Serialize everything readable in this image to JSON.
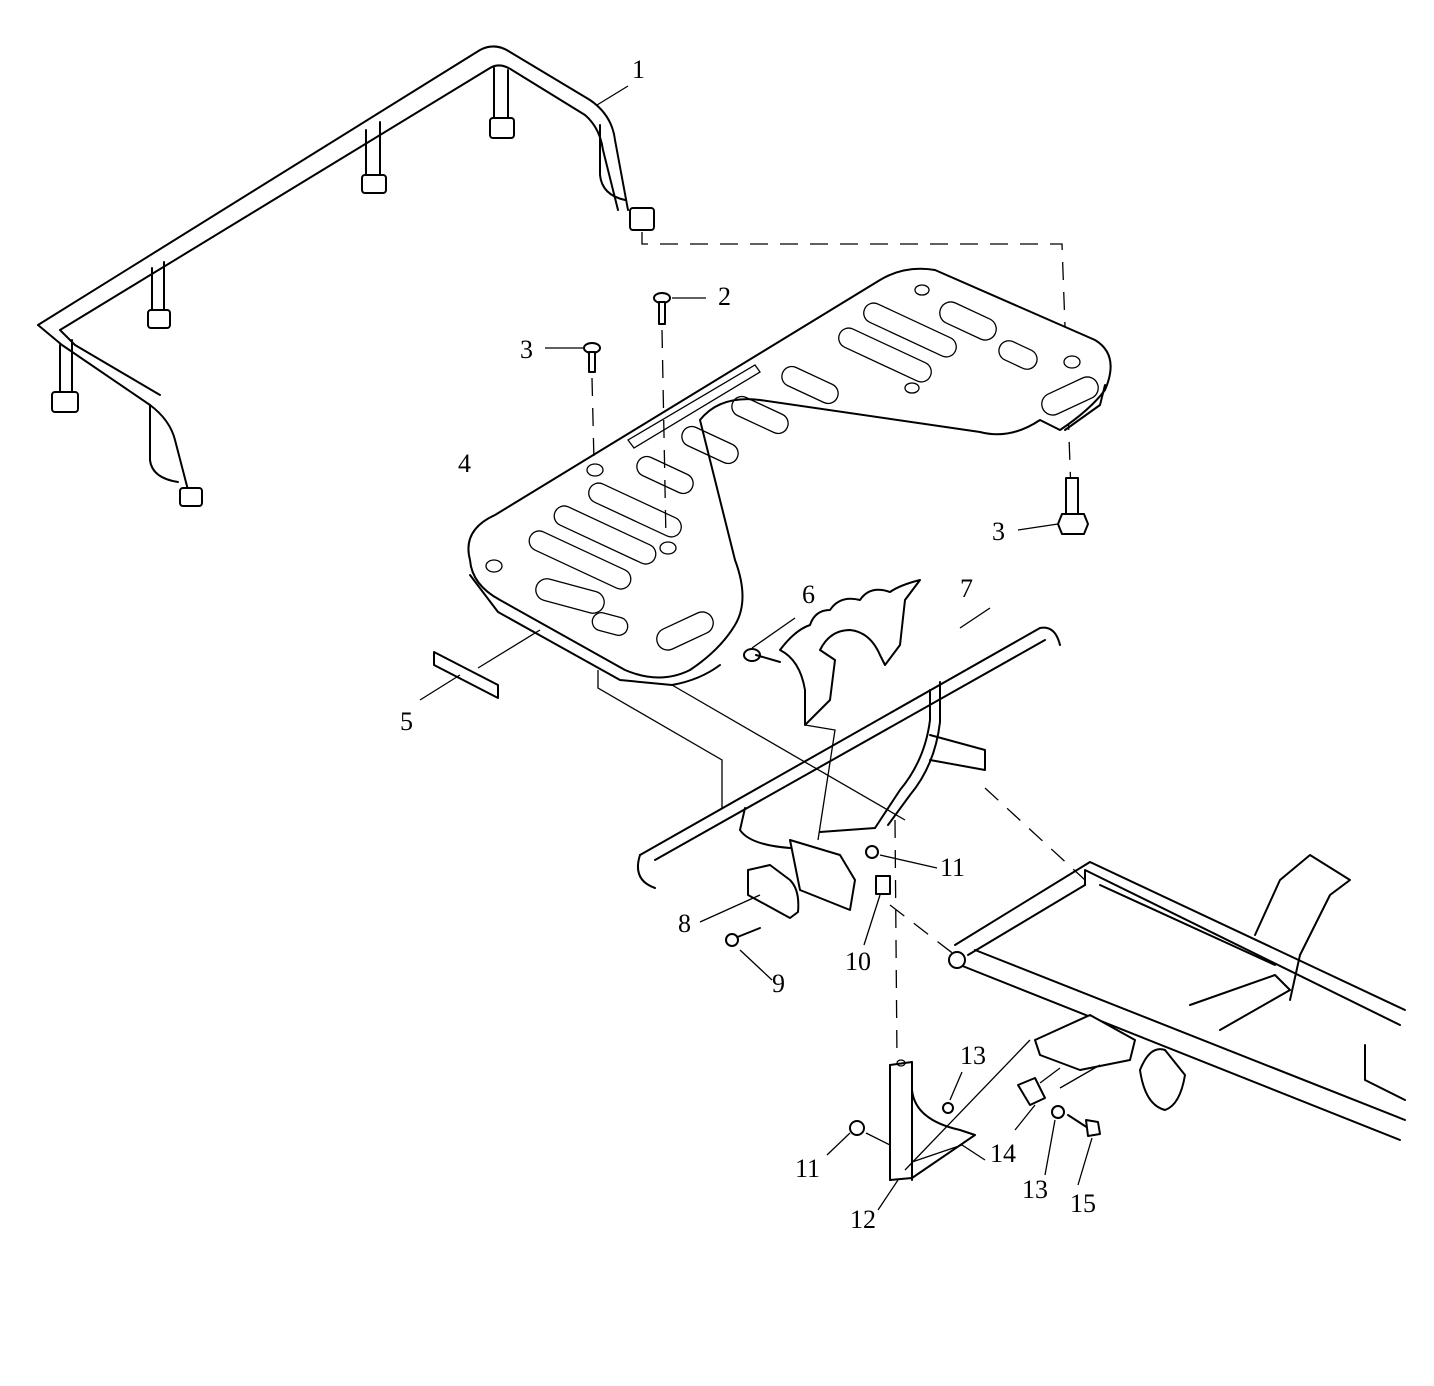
{
  "diagram": {
    "type": "exploded-parts-diagram",
    "parts": [
      {
        "number": "1",
        "name": "rack-rail"
      },
      {
        "number": "2",
        "name": "screw"
      },
      {
        "number": "3",
        "name": "screw-left"
      },
      {
        "number": "3",
        "name": "bolt-right"
      },
      {
        "number": "4",
        "name": "rack-panel"
      },
      {
        "number": "5",
        "name": "reflector-decal"
      },
      {
        "number": "6",
        "name": "bolt-bracket"
      },
      {
        "number": "7",
        "name": "support-frame"
      },
      {
        "number": "8",
        "name": "mount-plate"
      },
      {
        "number": "9",
        "name": "mount-screw"
      },
      {
        "number": "10",
        "name": "clip"
      },
      {
        "number": "11",
        "name": "nut-upper"
      },
      {
        "number": "11",
        "name": "nut-lower"
      },
      {
        "number": "12",
        "name": "hitch-bracket"
      },
      {
        "number": "13",
        "name": "washer-upper"
      },
      {
        "number": "13",
        "name": "washer-lower"
      },
      {
        "number": "14",
        "name": "spacer"
      },
      {
        "number": "15",
        "name": "hitch-bolt"
      }
    ]
  }
}
